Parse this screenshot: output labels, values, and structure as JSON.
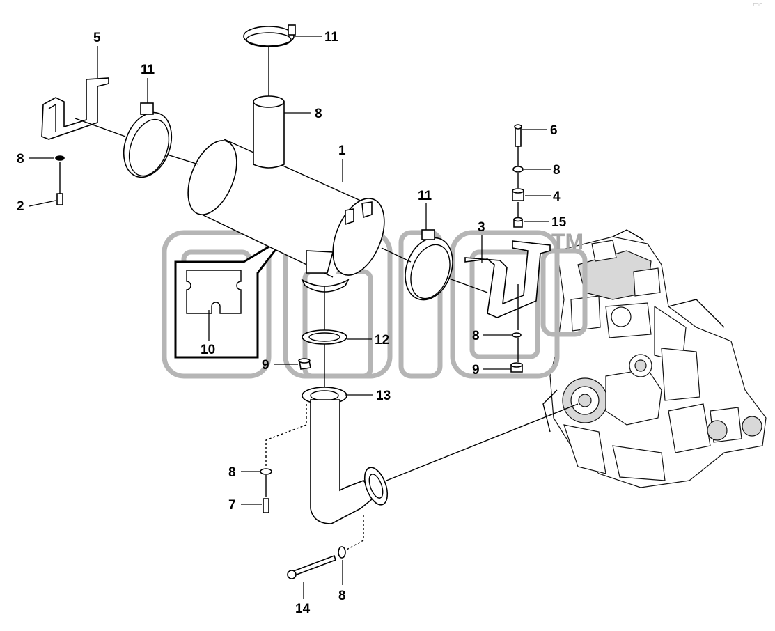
{
  "diagram": {
    "corner_marks": "□□ □",
    "watermark": {
      "brand": "",
      "trademark": "TM"
    },
    "callouts": [
      {
        "id": "c-1",
        "text": "1"
      },
      {
        "id": "c-2",
        "text": "2"
      },
      {
        "id": "c-3",
        "text": "3"
      },
      {
        "id": "c-4",
        "text": "4"
      },
      {
        "id": "c-5",
        "text": "5"
      },
      {
        "id": "c-6",
        "text": "6"
      },
      {
        "id": "c-7",
        "text": "7"
      },
      {
        "id": "c-8a",
        "text": "8"
      },
      {
        "id": "c-8b",
        "text": "8"
      },
      {
        "id": "c-8c",
        "text": "8"
      },
      {
        "id": "c-8d",
        "text": "8"
      },
      {
        "id": "c-8e",
        "text": "8"
      },
      {
        "id": "c-8f",
        "text": "8"
      },
      {
        "id": "c-9a",
        "text": "9"
      },
      {
        "id": "c-9b",
        "text": "9"
      },
      {
        "id": "c-10",
        "text": "10"
      },
      {
        "id": "c-11a",
        "text": "11"
      },
      {
        "id": "c-11b",
        "text": "11"
      },
      {
        "id": "c-11c",
        "text": "11"
      },
      {
        "id": "c-12",
        "text": "12"
      },
      {
        "id": "c-13",
        "text": "13"
      },
      {
        "id": "c-14",
        "text": "14"
      },
      {
        "id": "c-15",
        "text": "15"
      }
    ]
  }
}
